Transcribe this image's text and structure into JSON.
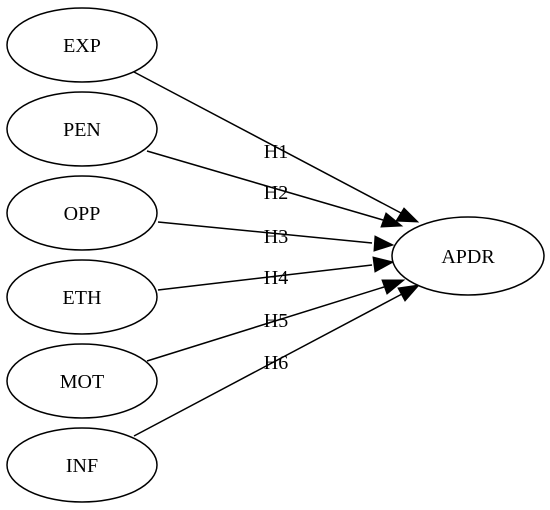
{
  "diagram": {
    "source_nodes": [
      {
        "id": "exp",
        "label": "EXP"
      },
      {
        "id": "pen",
        "label": "PEN"
      },
      {
        "id": "opp",
        "label": "OPP"
      },
      {
        "id": "eth",
        "label": "ETH"
      },
      {
        "id": "mot",
        "label": "MOT"
      },
      {
        "id": "inf",
        "label": "INF"
      }
    ],
    "target_node": {
      "id": "apdr",
      "label": "APDR"
    },
    "edges": [
      {
        "from": "exp",
        "to": "apdr",
        "label": "H1"
      },
      {
        "from": "pen",
        "to": "apdr",
        "label": "H2"
      },
      {
        "from": "opp",
        "to": "apdr",
        "label": "H3"
      },
      {
        "from": "eth",
        "to": "apdr",
        "label": "H4"
      },
      {
        "from": "mot",
        "to": "apdr",
        "label": "H5"
      },
      {
        "from": "inf",
        "to": "apdr",
        "label": "H6"
      }
    ]
  }
}
